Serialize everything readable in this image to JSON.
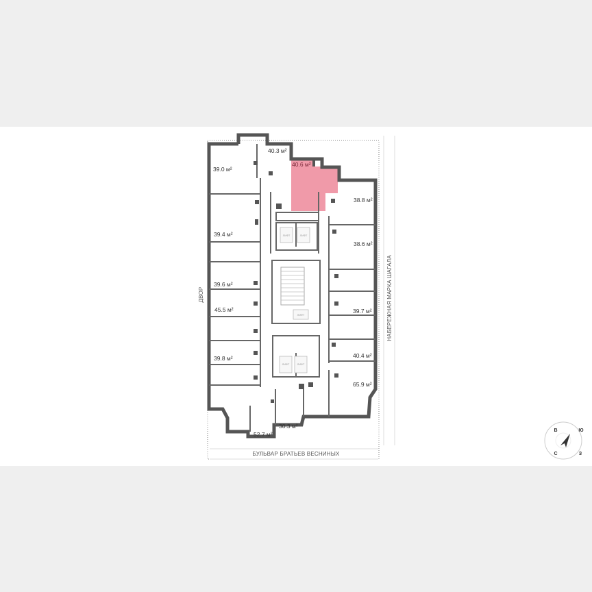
{
  "apartments": [
    {
      "area": "40.3 м²"
    },
    {
      "area": "39.0 м²"
    },
    {
      "area": "40.6 м²",
      "selected": true
    },
    {
      "area": "38.8 м²"
    },
    {
      "area": "39.4 м²"
    },
    {
      "area": "38.6 м²"
    },
    {
      "area": "39.6 м²"
    },
    {
      "area": "45.5 м²"
    },
    {
      "area": "39.7 м²"
    },
    {
      "area": "39.8 м²"
    },
    {
      "area": "40.4 м²"
    },
    {
      "area": "65.9 м²"
    },
    {
      "area": "30.3 м²"
    },
    {
      "area": "52.7 м²"
    }
  ],
  "lift_label": "ЛИФТ",
  "streets": {
    "left": "ДВОР",
    "right": "НАБЕРЕЖНАЯ МАРКА ШАГАЛА",
    "bottom": "БУЛЬВАР БРАТЬЕВ ВЕСНИНЫХ"
  },
  "compass": {
    "top_left": "В",
    "top_right": "Ю",
    "bottom_left": "С",
    "bottom_right": "З"
  },
  "colors": {
    "selected": "#ee8fa0",
    "walls": "#555555",
    "background": "#efefef"
  }
}
